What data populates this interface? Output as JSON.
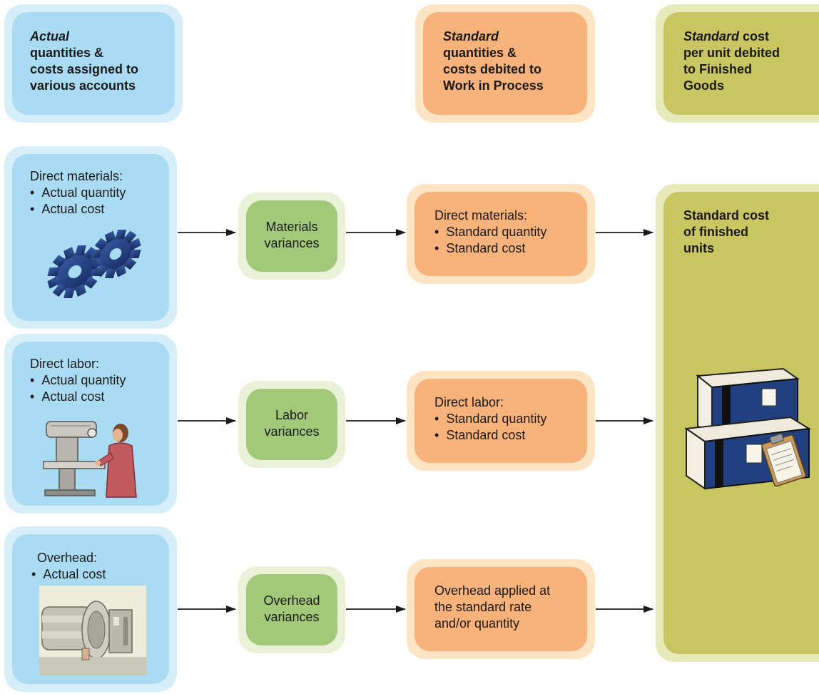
{
  "header": {
    "actual": {
      "emph": "Actual",
      "rest": [
        "quantities &",
        "costs assigned to",
        "various accounts"
      ]
    },
    "standard_wip": {
      "emph": "Standard",
      "rest": [
        "quantities &",
        "costs debited to",
        "Work in Process"
      ]
    },
    "standard_fg": {
      "emph": "Standard",
      "first_rest": " cost",
      "rest": [
        "per unit debited",
        "to Finished",
        "Goods"
      ]
    }
  },
  "rows": [
    {
      "actual_title": "Direct materials:",
      "actual_bullets": [
        "Actual quantity",
        "Actual cost"
      ],
      "actual_image": "gears-icon",
      "variance": [
        "Materials",
        "variances"
      ],
      "standard_title": "Direct materials:",
      "standard_bullets": [
        "Standard quantity",
        "Standard cost"
      ]
    },
    {
      "actual_title": "Direct labor:",
      "actual_bullets": [
        "Actual quantity",
        "Actual cost"
      ],
      "actual_image": "worker-at-machine-icon",
      "variance": [
        "Labor",
        "variances"
      ],
      "standard_title": "Direct labor:",
      "standard_bullets": [
        "Standard quantity",
        "Standard cost"
      ]
    },
    {
      "actual_title": "Overhead:",
      "actual_bullets": [
        "Actual cost"
      ],
      "actual_image": "factory-machinery-icon",
      "variance": [
        "Overhead",
        "variances"
      ],
      "standard_lines": [
        "Overhead applied at",
        "the standard rate",
        "and/or quantity"
      ]
    }
  ],
  "finished": {
    "title": [
      "Standard cost",
      "of finished",
      "units"
    ],
    "image": "boxes-with-clipboard-icon"
  },
  "bullet_char": "•",
  "colors": {
    "actual_fill": "#a9dcf3",
    "variance_fill": "#a2c97a",
    "standard_fill": "#f9b27a",
    "finished_fill": "#c9c563",
    "arrow": "#1a1a1a"
  }
}
